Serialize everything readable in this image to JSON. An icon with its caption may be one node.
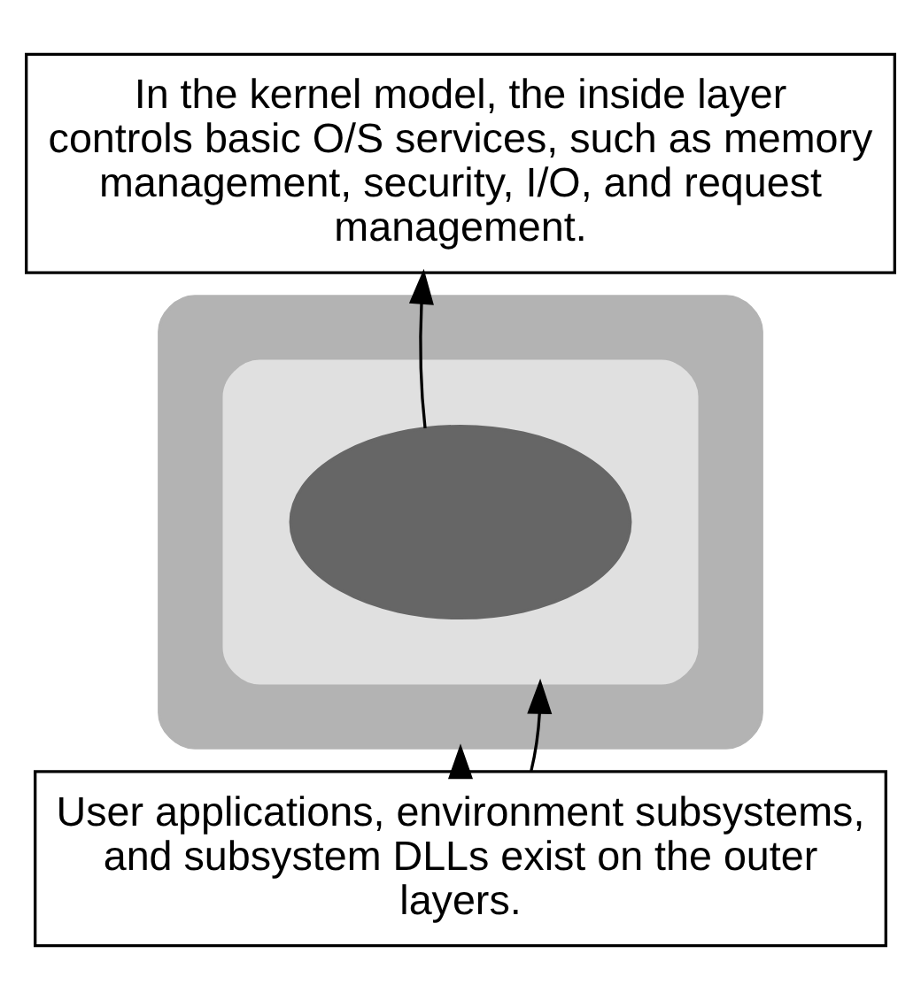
{
  "diagram": {
    "nodes": [
      {
        "text": [
          "In the kernel model, the inside layer controls basic O/S services, such as memory management, security, I/O, and request management."
        ]
      },
      {
        "text": [],
        "shape": "ellipse"
      },
      {
        "text": [],
        "shape": "ellipse",
        "in": 1
      },
      {
        "text": [],
        "shape": "ellipse",
        "in": 2
      },
      {
        "text": [
          "User applications, environment subsystems, and subsystem DLLs exist on the outer layers."
        ]
      }
    ],
    "edges": [
      {
        "from": 3,
        "to": 0,
        "arrow": "to"
      },
      {
        "from": 4,
        "to": 1,
        "arrow": "to"
      },
      {
        "from": 4,
        "to": 2,
        "arrow": "to"
      }
    ]
  }
}
